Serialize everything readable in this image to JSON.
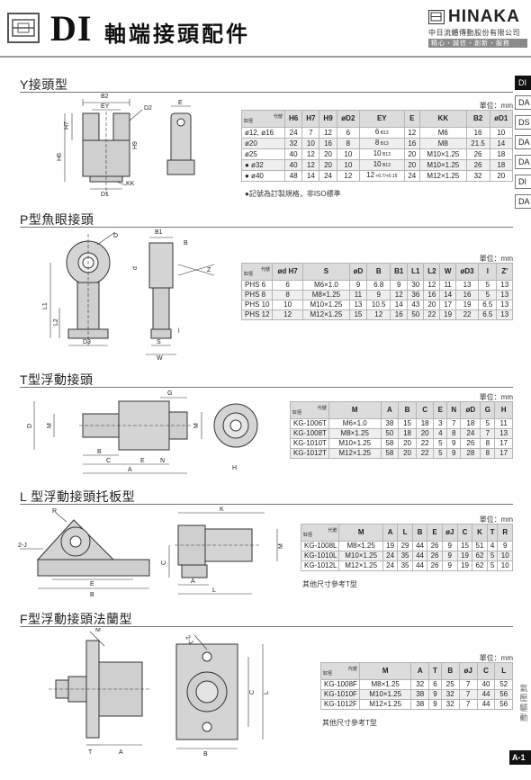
{
  "header": {
    "title_code": "DI",
    "title_zh": "軸端接頭配件",
    "brand_name": "HINAKA",
    "brand_company": "中日流體傳動股份有限公司",
    "brand_slogan": "精心‧誠信‧創新‧服務"
  },
  "side_tabs": [
    "DI",
    "DA",
    "DS",
    "DA",
    "DA",
    "DI",
    "DA"
  ],
  "side_vertical": "氣 壓 驅 動",
  "page_tab": "A-1",
  "corner_header": {
    "code": "代號",
    "spec": "缸徑"
  },
  "sections": {
    "y": {
      "title": "Y接頭型",
      "unit": "單位：mm",
      "note": "●記號為訂製規格，非ISO標準",
      "dim_labels": [
        "B2",
        "EY",
        "D2",
        "H7",
        "H9",
        "H6",
        "KK",
        "D1",
        "E"
      ],
      "columns": [
        "H6",
        "H7",
        "H9",
        "øD2",
        "EY",
        "E",
        "KK",
        "B2",
        "øD1"
      ],
      "rows": [
        {
          "mark": "",
          "bore": "ø12, ø16",
          "cells": [
            "24",
            "7",
            "12",
            "6",
            "6",
            "12",
            "M6",
            "16",
            "10"
          ],
          "ey_sub": "B13"
        },
        {
          "mark": "",
          "bore": "ø20",
          "cells": [
            "32",
            "10",
            "16",
            "8",
            "8",
            "16",
            "M8",
            "21.5",
            "14"
          ],
          "ey_sub": "B13"
        },
        {
          "mark": "",
          "bore": "ø25",
          "cells": [
            "40",
            "12",
            "20",
            "10",
            "10",
            "20",
            "M10×1.25",
            "26",
            "18"
          ],
          "ey_sub": "B13"
        },
        {
          "mark": "●",
          "bore": "ø32",
          "cells": [
            "40",
            "12",
            "20",
            "10",
            "10",
            "20",
            "M10×1.25",
            "26",
            "18"
          ],
          "ey_sub": "B13"
        },
        {
          "mark": "●",
          "bore": "ø40",
          "cells": [
            "48",
            "14",
            "24",
            "12",
            "12",
            "24",
            "M12×1.25",
            "32",
            "20"
          ],
          "ey_sub": "+0.7/+0.15"
        }
      ]
    },
    "p": {
      "title": "P型魚眼接頭",
      "unit": "單位：mm",
      "dim_labels": [
        "D",
        "B1",
        "B",
        "d",
        "Z",
        "L1",
        "L2",
        "D3",
        "S",
        "W",
        "l"
      ],
      "columns": [
        "ød H7",
        "S",
        "øD",
        "B",
        "B1",
        "L1",
        "L2",
        "W",
        "øD3",
        "l",
        "Z'"
      ],
      "rows": [
        [
          "PHS 6",
          "6",
          "M6×1.0",
          "9",
          "6.8",
          "9",
          "30",
          "12",
          "11",
          "13",
          "5",
          "13"
        ],
        [
          "PHS 8",
          "8",
          "M8×1.25",
          "11",
          "9",
          "12",
          "36",
          "16",
          "14",
          "16",
          "5",
          "13"
        ],
        [
          "PHS 10",
          "10",
          "M10×1.25",
          "13",
          "10.5",
          "14",
          "43",
          "20",
          "17",
          "19",
          "6.5",
          "13"
        ],
        [
          "PHS 12",
          "12",
          "M12×1.25",
          "15",
          "12",
          "16",
          "50",
          "22",
          "19",
          "22",
          "6.5",
          "13"
        ]
      ]
    },
    "t": {
      "title": "T型浮動接頭",
      "unit": "單位：mm",
      "dim_labels": [
        "G",
        "D",
        "M",
        "B",
        "C",
        "E",
        "N",
        "A",
        "M",
        "H"
      ],
      "columns": [
        "M",
        "A",
        "B",
        "C",
        "E",
        "N",
        "øD",
        "G",
        "H"
      ],
      "rows": [
        [
          "KG-1006T",
          "M6×1.0",
          "38",
          "15",
          "18",
          "3",
          "7",
          "18",
          "5",
          "11"
        ],
        [
          "KG-1008T",
          "M8×1.25",
          "50",
          "18",
          "20",
          "4",
          "8",
          "24",
          "7",
          "13"
        ],
        [
          "KG-1010T",
          "M10×1.25",
          "58",
          "20",
          "22",
          "5",
          "9",
          "26",
          "8",
          "17"
        ],
        [
          "KG-1012T",
          "M12×1.25",
          "58",
          "20",
          "22",
          "5",
          "9",
          "28",
          "8",
          "17"
        ]
      ]
    },
    "l": {
      "title": "L 型浮動接頭托板型",
      "unit": "單位：mm",
      "note": "其他尺寸參考T型",
      "dim_labels": [
        "R",
        "2-J",
        "E",
        "B",
        "K",
        "C",
        "A",
        "L",
        "M"
      ],
      "columns": [
        "M",
        "A",
        "L",
        "B",
        "E",
        "øJ",
        "C",
        "K",
        "T",
        "R"
      ],
      "rows": [
        [
          "KG-1008L",
          "M8×1.25",
          "19",
          "29",
          "44",
          "26",
          "9",
          "15",
          "51",
          "4",
          "9"
        ],
        [
          "KG-1010L",
          "M10×1.25",
          "24",
          "35",
          "44",
          "26",
          "9",
          "19",
          "62",
          "5",
          "10"
        ],
        [
          "KG-1012L",
          "M12×1.25",
          "24",
          "35",
          "44",
          "26",
          "9",
          "19",
          "62",
          "5",
          "10"
        ]
      ]
    },
    "f": {
      "title": "F型浮動接頭法蘭型",
      "unit": "單位：mm",
      "note": "其他尺寸參考T型",
      "dim_labels": [
        "M",
        "2-J",
        "T",
        "A",
        "B",
        "C",
        "L"
      ],
      "columns": [
        "M",
        "A",
        "T",
        "B",
        "øJ",
        "C",
        "L"
      ],
      "rows": [
        [
          "KG-1008F",
          "M8×1.25",
          "32",
          "6",
          "25",
          "7",
          "40",
          "52"
        ],
        [
          "KG-1010F",
          "M10×1.25",
          "38",
          "9",
          "32",
          "7",
          "44",
          "56"
        ],
        [
          "KG-1012F",
          "M12×1.25",
          "38",
          "9",
          "32",
          "7",
          "44",
          "56"
        ]
      ]
    }
  }
}
